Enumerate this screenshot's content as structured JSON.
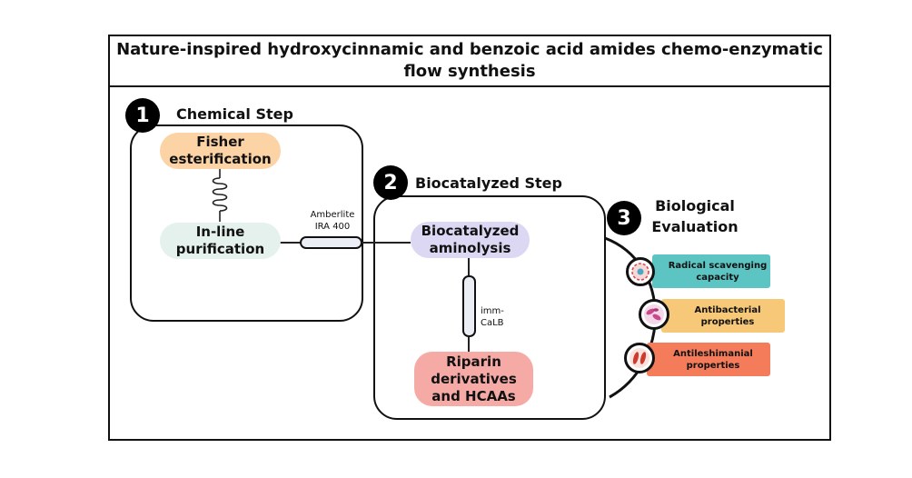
{
  "title": "Nature-inspired hydroxycinnamic and benzoic acid amides chemo-enzymatic flow synthesis",
  "steps": [
    {
      "number": "1",
      "label": "Chemical Step"
    },
    {
      "number": "2",
      "label": "Biocatalyzed Step"
    },
    {
      "number": "3",
      "label": "Biological Evaluation"
    }
  ],
  "nodes": {
    "fisher": "Fisher esterification",
    "inline": "In-line purification",
    "amberlite": "Amberlite IRA 400",
    "aminolysis": "Biocatalyzed aminolysis",
    "calb": "imm-CaLB",
    "riparin": "Riparin derivatives and HCAAs"
  },
  "evaluation": [
    {
      "label": "Radical scavenging capacity",
      "color": "#5cc4c2",
      "icon": "radical-cell-icon"
    },
    {
      "label": "Antibacterial properties",
      "color": "#f6c878",
      "icon": "bacteria-icon"
    },
    {
      "label": "Antileshimanial properties",
      "color": "#f47c5a",
      "icon": "leishmania-icon"
    }
  ],
  "colors": {
    "fisher": "#fbd3a4",
    "inline": "#e4f1ec",
    "aminolysis": "#dcd8f3",
    "riparin": "#f6aaa6"
  }
}
